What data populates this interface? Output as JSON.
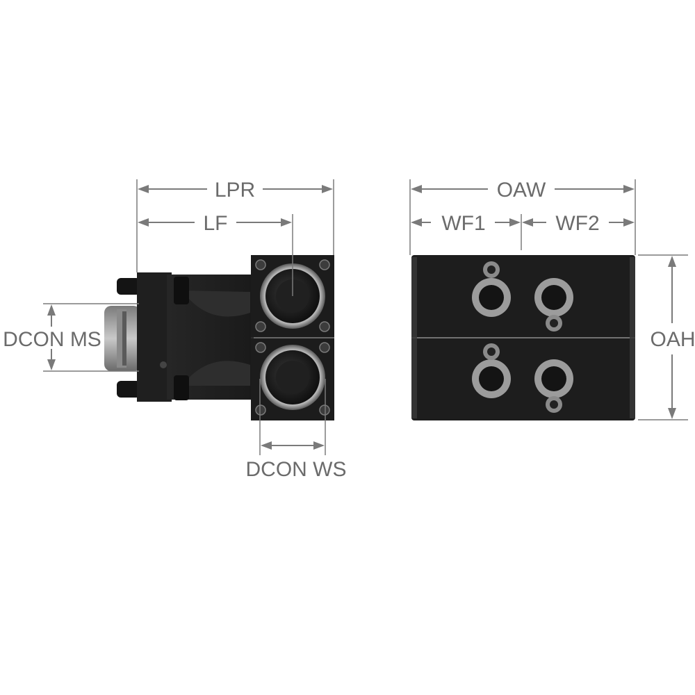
{
  "dimensions": {
    "lpr": "LPR",
    "lf": "LF",
    "dcon_ms": "DCON MS",
    "dcon_ws": "DCON WS",
    "oaw": "OAW",
    "wf1": "WF1",
    "wf2": "WF2",
    "oah": "OAH"
  },
  "colors": {
    "body": "#1e1e1e",
    "body_dark": "#111111",
    "ring": "#9a9a9a",
    "dimension": "#7a7a7a",
    "text": "#6b6b6b"
  }
}
